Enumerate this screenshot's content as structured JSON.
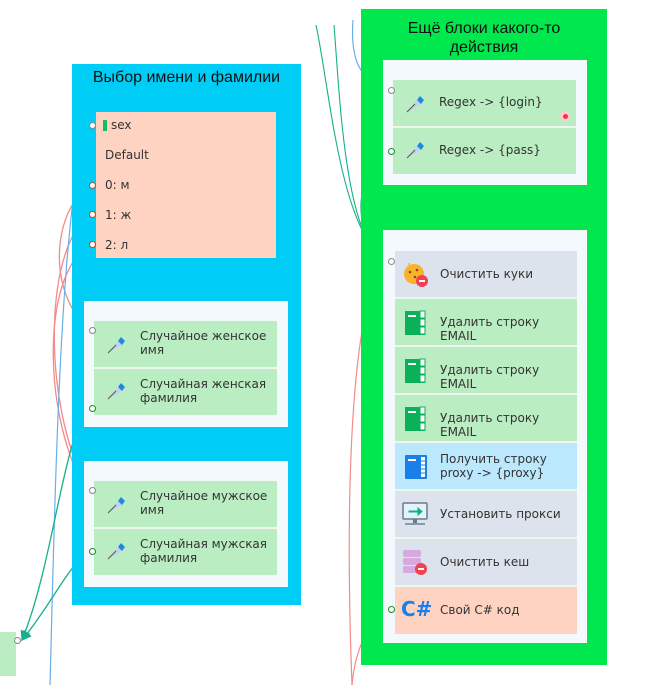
{
  "groups": {
    "left": {
      "title": "Выбор имени и фамилии",
      "color": "#00cdf5"
    },
    "right": {
      "title_line1": "Ещё блоки какого-то",
      "title_line2": "действия",
      "color": "#00e84d"
    }
  },
  "switch_node": {
    "variable": "sex",
    "default_label": "Default",
    "cases": [
      "0: м",
      "1: ж",
      "2: л"
    ],
    "color": "#fed3c2"
  },
  "female_block": {
    "items": [
      {
        "label_line1": "Случайное женское",
        "label_line2": "имя",
        "icon": "pen-nib-icon"
      },
      {
        "label_line1": "Случайная женская",
        "label_line2": "фамилия",
        "icon": "pen-nib-icon"
      }
    ]
  },
  "male_block": {
    "items": [
      {
        "label_line1": "Случайное мужское",
        "label_line2": "имя",
        "icon": "pen-nib-icon"
      },
      {
        "label_line1": "Случайная мужская",
        "label_line2": "фамилия",
        "icon": "pen-nib-icon"
      }
    ]
  },
  "regex_block": {
    "items": [
      {
        "label": "Regex -> {login}",
        "icon": "pen-nib-icon",
        "has_breakpoint": true
      },
      {
        "label": "Regex -> {pass}",
        "icon": "pen-nib-icon"
      }
    ]
  },
  "action_block": {
    "items": [
      {
        "label": "Очистить куки",
        "icon": "cookie-remove-icon",
        "color": "#dde3ec"
      },
      {
        "label": "Удалить строку EMAIL",
        "icon": "table-green-icon",
        "color": "#bbedc2"
      },
      {
        "label": "Удалить строку EMAIL",
        "icon": "table-green-icon",
        "color": "#bbedc2"
      },
      {
        "label": "Удалить строку EMAIL",
        "icon": "table-green-icon",
        "color": "#bbedc2"
      },
      {
        "label_line1": "Получить строку",
        "label_line2": "proxy -> {proxy}",
        "icon": "list-blue-icon",
        "color": "#bce8fd"
      },
      {
        "label": "Установить прокси",
        "icon": "monitor-arrow-icon",
        "color": "#dde3ec"
      },
      {
        "label": "Очистить кеш",
        "icon": "database-remove-icon",
        "color": "#dde3ec"
      },
      {
        "label": "Свой C# код",
        "icon": "csharp-icon",
        "icon_text": "C#",
        "color": "#fed3c2"
      }
    ]
  }
}
